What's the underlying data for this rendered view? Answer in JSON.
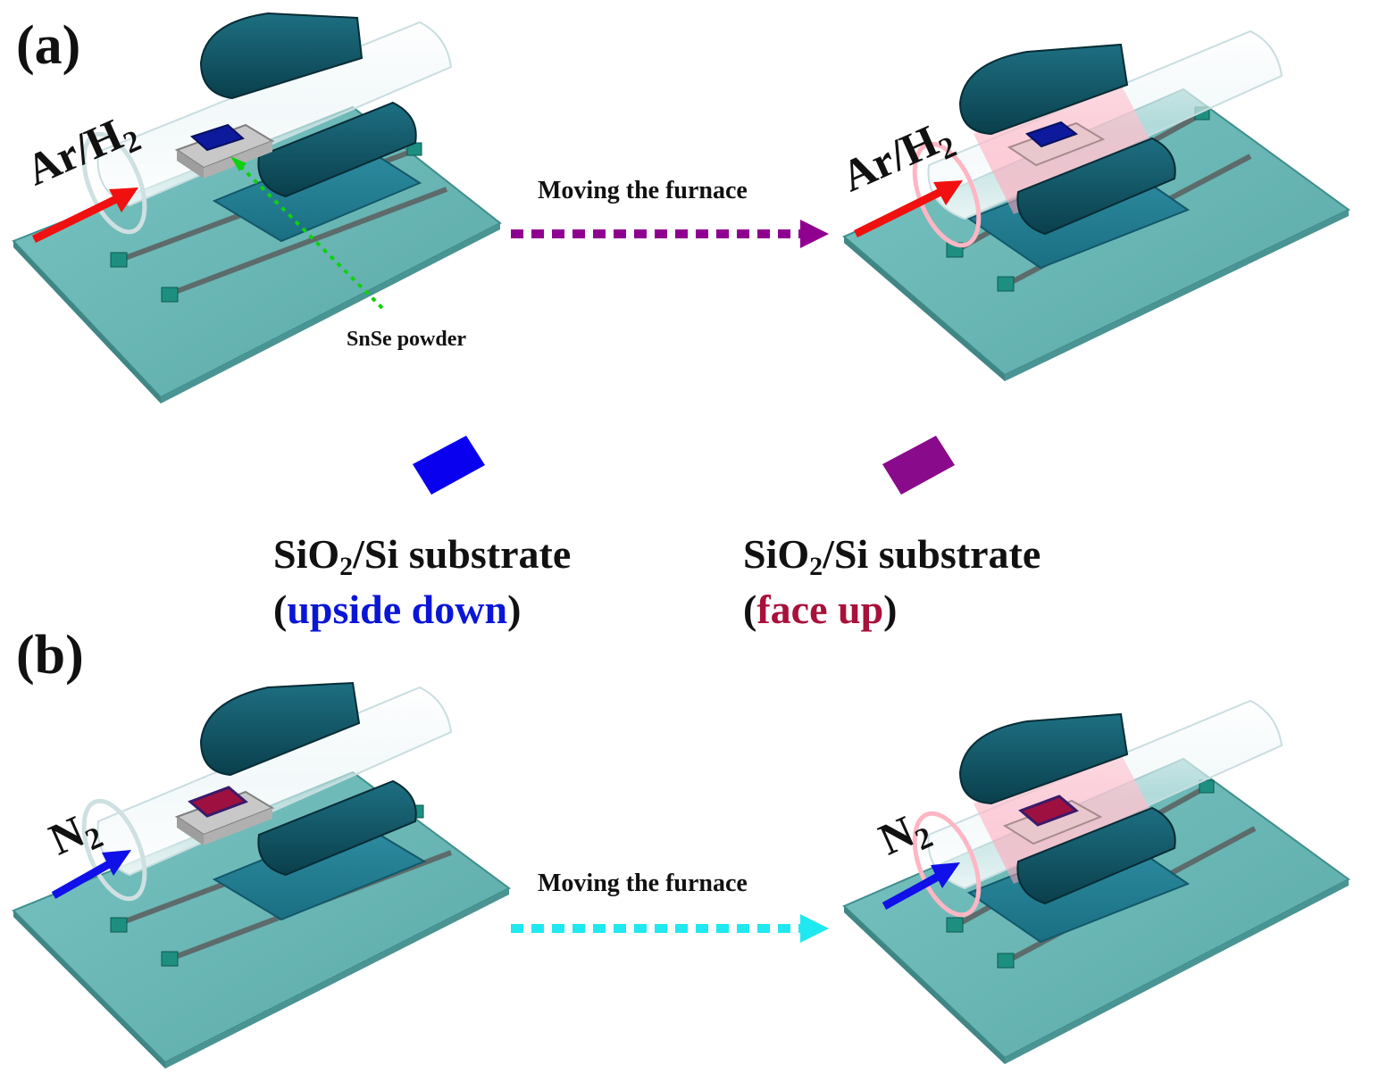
{
  "panels": {
    "a": {
      "label": "(a)",
      "gas_base": "Ar/H",
      "gas_sub": "2",
      "step": "Moving the furnace",
      "source_note": "SnSe powder"
    },
    "b": {
      "label": "(b)",
      "gas_base": "N",
      "gas_sub": "2",
      "step": "Moving the furnace"
    }
  },
  "legend": {
    "upside_down": {
      "title_pre": "SiO",
      "title_sub": "2",
      "title_post": "/Si substrate",
      "paren_open": "(",
      "orientation": "upside down",
      "paren_close": ")",
      "swatch_color": "#0a00f0",
      "text_color": "#0a16d6"
    },
    "face_up": {
      "title_pre": "SiO",
      "title_sub": "2",
      "title_post": "/Si substrate",
      "paren_open": "(",
      "orientation": "face up",
      "paren_close": ")",
      "swatch_color": "#8a0a8c",
      "text_color": "#a8113a"
    }
  },
  "colors": {
    "platform": "#6cb8b6",
    "furnace": "#0f5566",
    "gas_arrow_a": "#f01010",
    "gas_arrow_b": "#1010e8",
    "move_arrow_a": "#900090",
    "move_arrow_b": "#20e8f0",
    "snse_arrow": "#10d010"
  }
}
